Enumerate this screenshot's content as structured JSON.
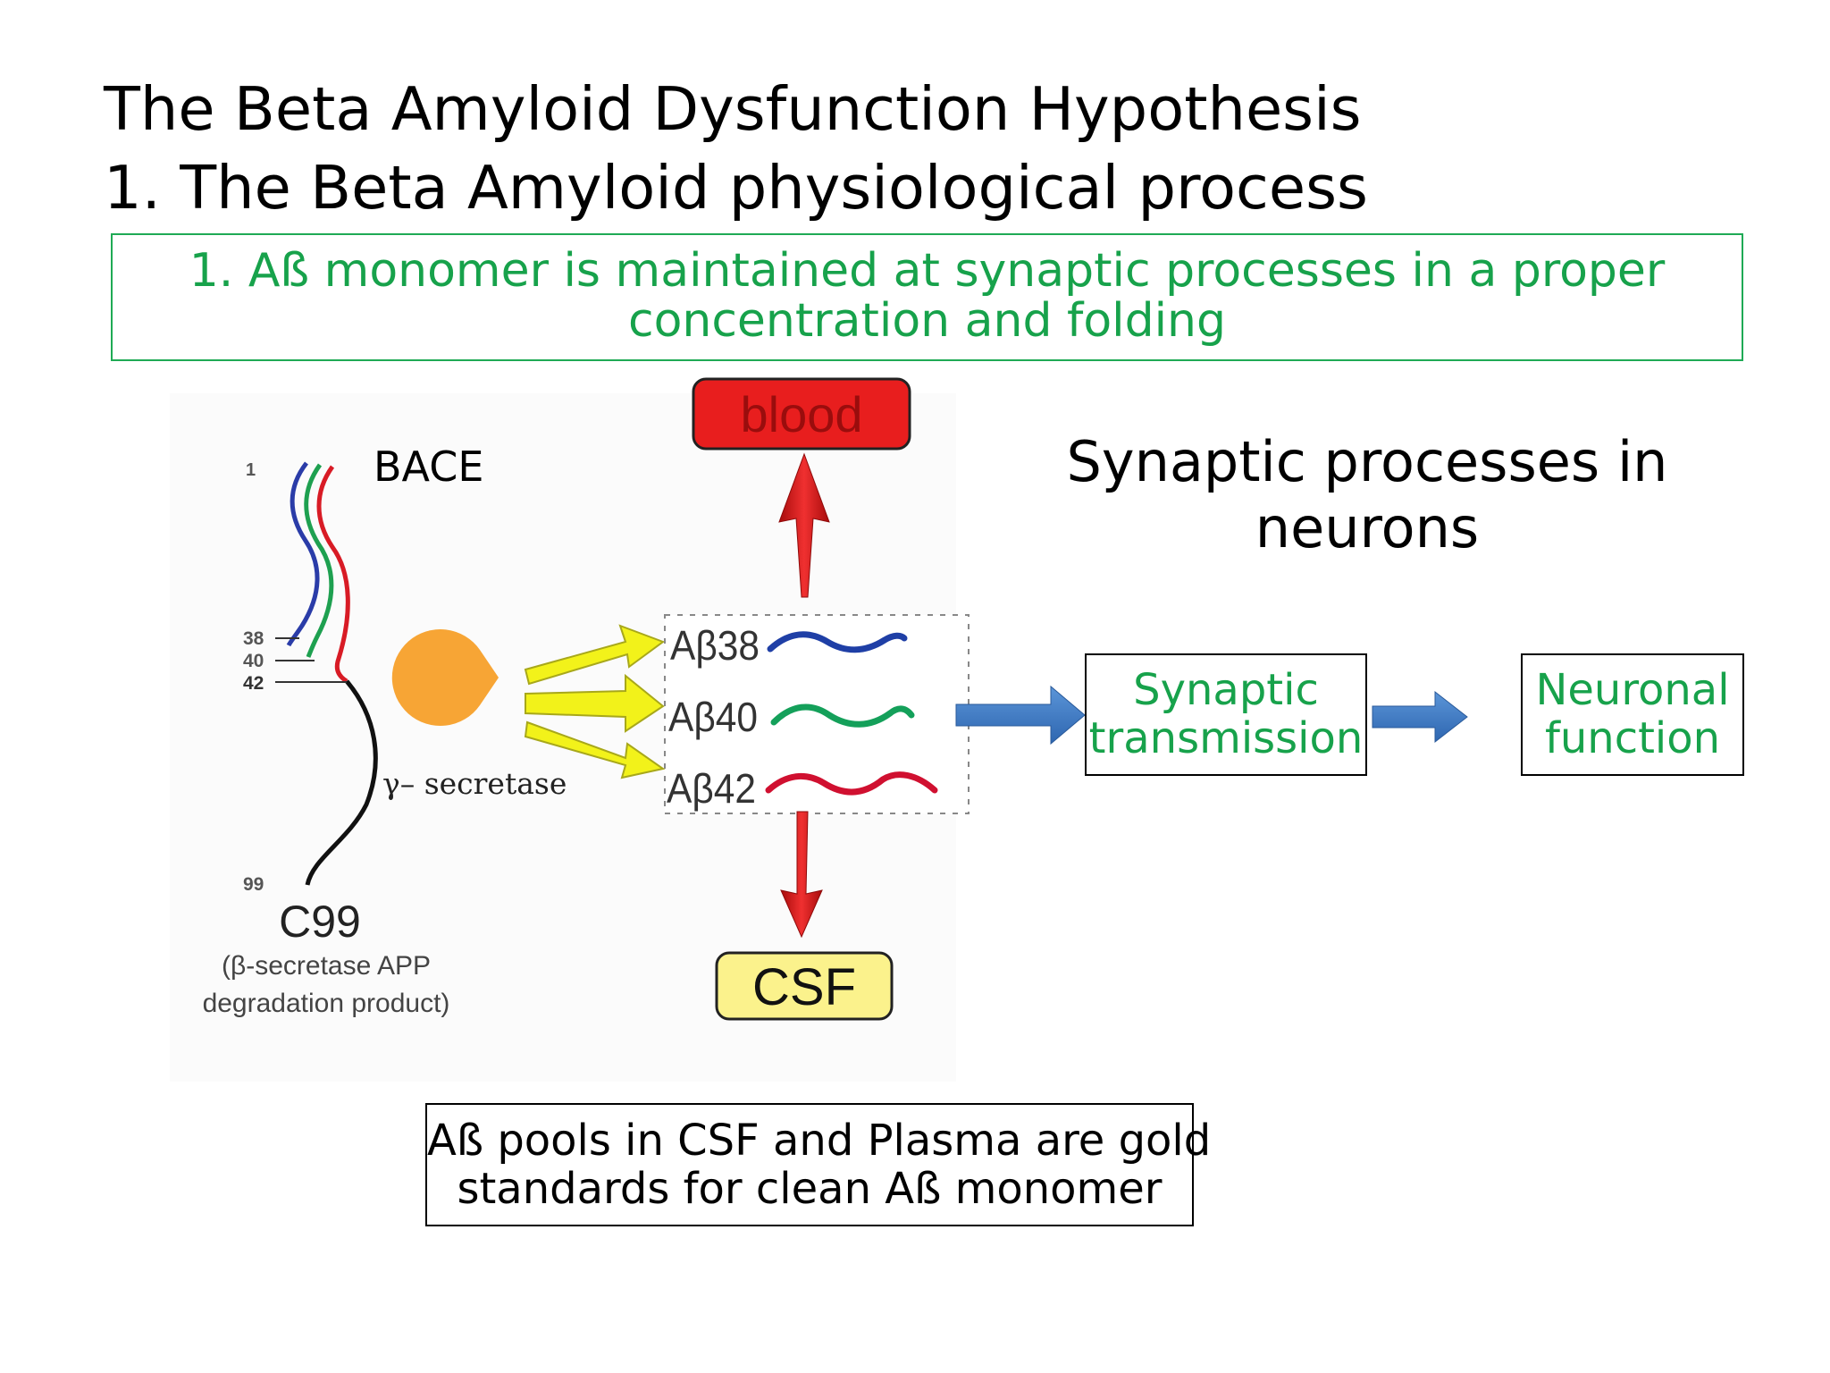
{
  "title": {
    "line1": "The Beta Amyloid Dysfunction Hypothesis",
    "line2": "1. The Beta Amyloid physiological process"
  },
  "callout": {
    "line1": "1.  Aß monomer  is maintained at synaptic processes in a proper",
    "line2": "concentration and folding"
  },
  "figure": {
    "residue_labels": {
      "start": "1",
      "r38": "38",
      "r40": "40",
      "r42": "42",
      "end": "99"
    },
    "bace_label": "BACE",
    "gamma_label": "γ– secretase",
    "c99_label": "C99",
    "c99_caption_line1": "(β-secretase APP",
    "c99_caption_line2": "degradation product)",
    "peptides": [
      {
        "label": "Aβ38",
        "color": "#1f3fa6"
      },
      {
        "label": "Aβ40",
        "color": "#14a05a"
      },
      {
        "label": "Aβ42",
        "color": "#d01030"
      }
    ],
    "blood_label": "blood",
    "blood_color": "#e81e1e",
    "csf_label": "CSF",
    "csf_color": "#fbf28c"
  },
  "synaptic": {
    "heading_line1": "Synaptic processes in",
    "heading_line2": "neurons",
    "box1_line1": "Synaptic",
    "box1_line2": "transmission",
    "box2_line1": "Neuronal",
    "box2_line2": "function",
    "arrow_color": "#3a78c4"
  },
  "note": {
    "line1": "Aß pools in CSF and Plasma are gold",
    "line2": "standards  for clean Aß monomer"
  },
  "colors": {
    "accent_green": "#17a24b",
    "pacman": "#f7a535",
    "yellow_arrows": "#f2f21a",
    "red_arrows": "#d81818"
  }
}
